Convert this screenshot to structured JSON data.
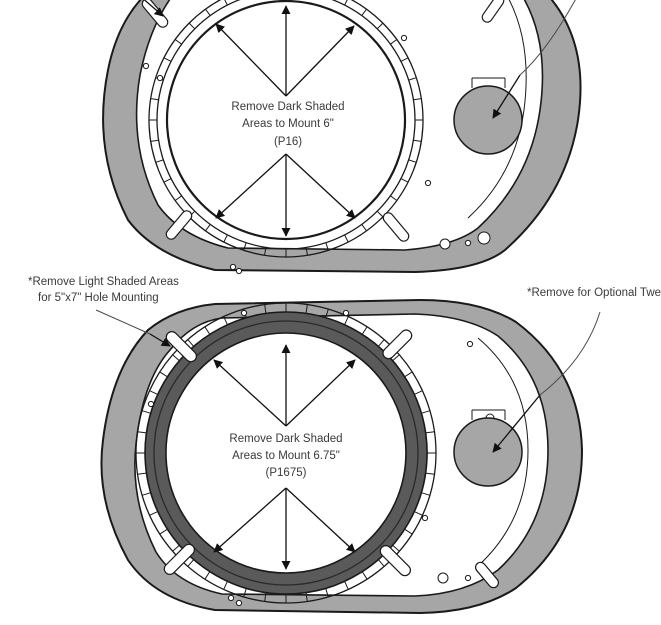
{
  "upper": {
    "remove_line1": "Remove Dark Shaded",
    "remove_line2": "Areas to Mount 6\"",
    "part": "(P16)"
  },
  "lower": {
    "remove_line1": "Remove Dark Shaded",
    "remove_line2": "Areas to Mount 6.75\"",
    "part": "(P1675)",
    "light_line1": "*Remove Light Shaded Areas",
    "light_line2": "for 5\"x7\" Hole Mounting",
    "tweeter": "*Remove for Optional Tweeter"
  },
  "colors": {
    "light_shade": "#a6a6a6",
    "dark_shade": "#5a5a5a",
    "line": "#1a1a1a"
  }
}
